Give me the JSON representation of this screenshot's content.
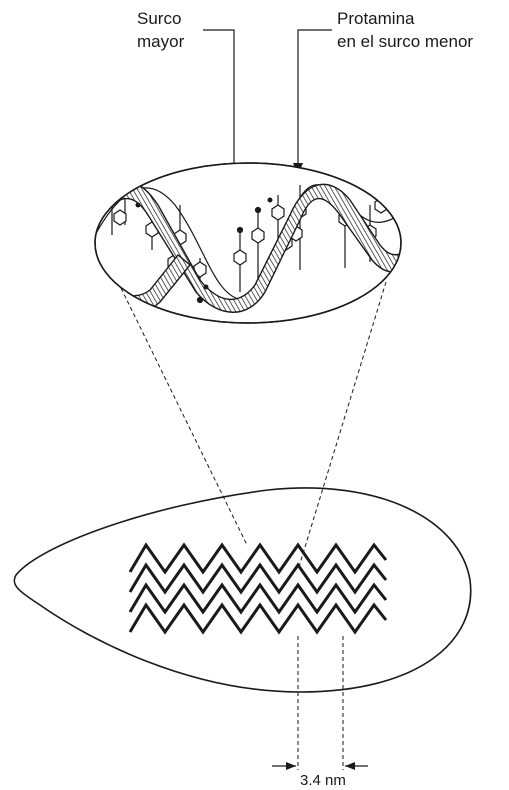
{
  "labels": {
    "major_groove_line1": "Surco",
    "major_groove_line2": "mayor",
    "protamine_line1": "Protamina",
    "protamine_line2": "en el surco menor",
    "spacing": "3.4 nm"
  },
  "colors": {
    "ink": "#1a1a1a",
    "background": "#ffffff"
  }
}
